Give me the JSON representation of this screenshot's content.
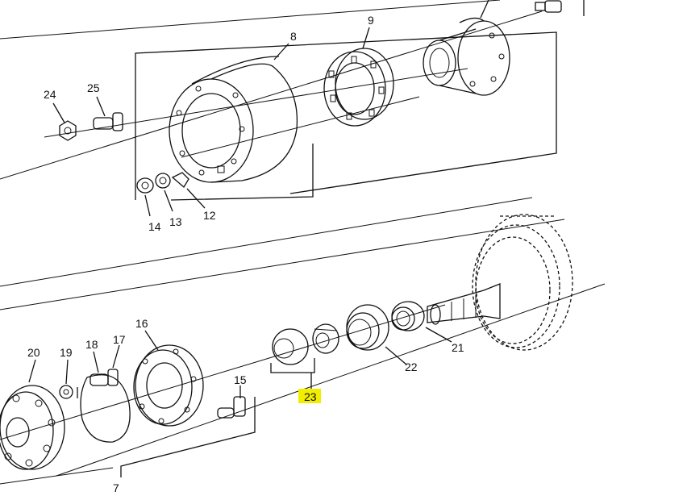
{
  "diagram": {
    "callouts": [
      {
        "id": "c8",
        "text": "8"
      },
      {
        "id": "c9",
        "text": "9"
      },
      {
        "id": "c24",
        "text": "24"
      },
      {
        "id": "c25",
        "text": "25"
      },
      {
        "id": "c14",
        "text": "14"
      },
      {
        "id": "c13",
        "text": "13"
      },
      {
        "id": "c12",
        "text": "12"
      },
      {
        "id": "c20",
        "text": "20"
      },
      {
        "id": "c19",
        "text": "19"
      },
      {
        "id": "c18",
        "text": "18"
      },
      {
        "id": "c17",
        "text": "17"
      },
      {
        "id": "c16",
        "text": "16"
      },
      {
        "id": "c15",
        "text": "15"
      },
      {
        "id": "c7",
        "text": "7"
      },
      {
        "id": "c23",
        "text": "23"
      },
      {
        "id": "c22",
        "text": "22"
      },
      {
        "id": "c21",
        "text": "21"
      }
    ],
    "highlight_color": "#f2ee00",
    "line_color": "#111111"
  }
}
